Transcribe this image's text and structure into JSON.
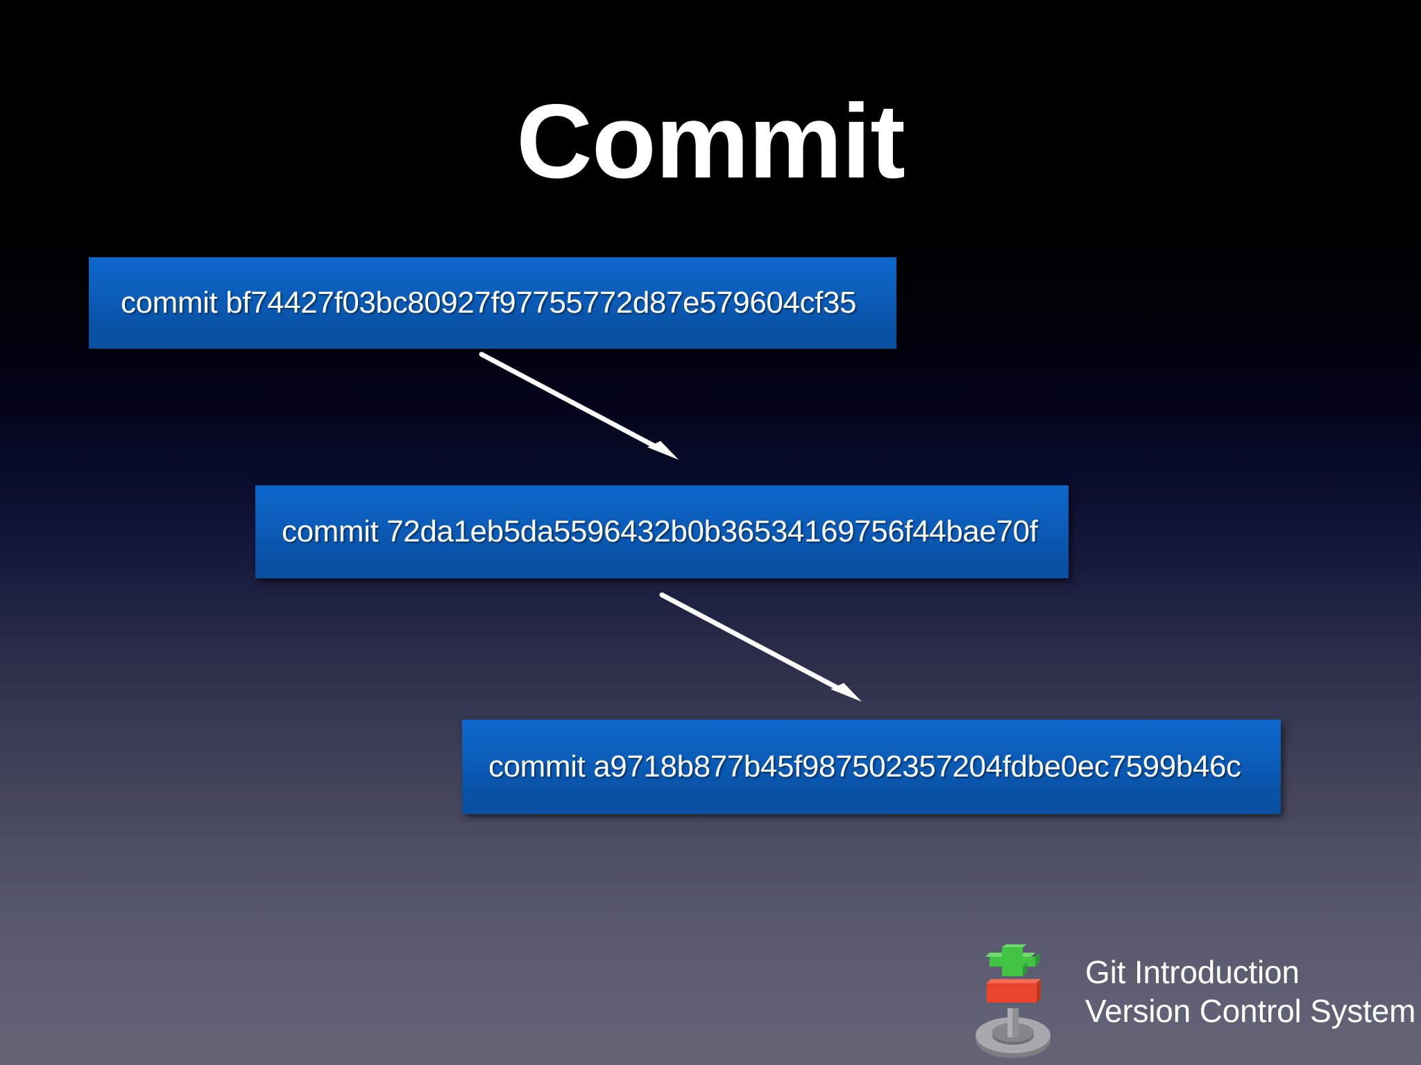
{
  "slide": {
    "title": "Commit",
    "background_top_color": "#000000",
    "background_bottom_color": "#636475"
  },
  "commits": [
    {
      "label": "commit bf74427f03bc80927f97755772d87e579604cf35",
      "keyword": "commit",
      "hash": "bf74427f03bc80927f97755772d87e579604cf35",
      "box_color": "#0b5cb8"
    },
    {
      "label": "commit 72da1eb5da5596432b0b36534169756f44bae70f",
      "keyword": "commit",
      "hash": "72da1eb5da5596432b0b36534169756f44bae70f",
      "box_color": "#0b5cb8"
    },
    {
      "label": "commit a9718b877b45f987502357204fdbe0ec7599b46c",
      "keyword": "commit",
      "hash": "a9718b877b45f987502357204fdbe0ec7599b46c",
      "box_color": "#0b5cb8"
    }
  ],
  "arrows": [
    {
      "name": "arrow-commit1-to-commit2",
      "color": "#ffffff"
    },
    {
      "name": "arrow-commit2-to-commit3",
      "color": "#ffffff"
    }
  ],
  "footer": {
    "line1": "Git Introduction",
    "line2": "Version Control System",
    "text_color": "#ffffff",
    "logo": {
      "plus_color": "#43c343",
      "minus_color": "#e8452b",
      "ring_color": "#9a9a9e"
    }
  }
}
